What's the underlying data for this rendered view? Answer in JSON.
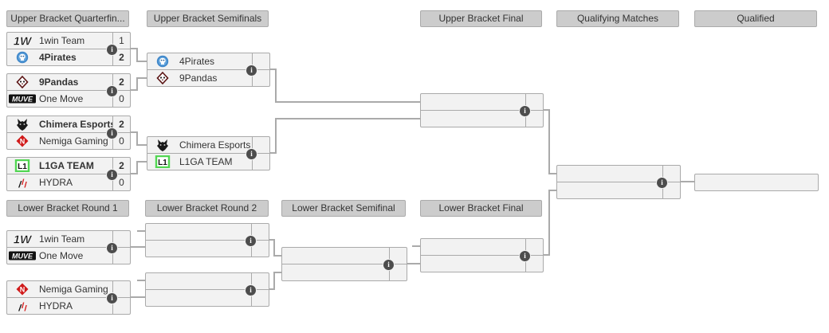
{
  "colors": {
    "background": "#ffffff",
    "header_bg": "#cccccc",
    "box_bg": "#f2f2f2",
    "border": "#aaaaaa",
    "connector": "#aaaaaa",
    "text": "#333333",
    "info_icon_bg": "#4d4d4d",
    "logo_4pirates_blue": "#3f87c9",
    "logo_9pandas_dark_red": "#5a1414",
    "logo_nemiga_red": "#d01a1a",
    "logo_l1ga_green": "#52d653",
    "logo_hydra_red": "#d42222",
    "logo_black": "#111111"
  },
  "icons": {
    "info_glyph": "i"
  },
  "headers": {
    "ub_quarterfinals": "Upper Bracket Quarterfin...",
    "ub_semifinals": "Upper Bracket Semifinals",
    "ub_final": "Upper Bracket Final",
    "qualifying_matches": "Qualifying Matches",
    "qualified": "Qualified",
    "lb_round1": "Lower Bracket Round 1",
    "lb_round2": "Lower Bracket Round 2",
    "lb_semifinal": "Lower Bracket Semifinal",
    "lb_final": "Lower Bracket Final"
  },
  "matches": {
    "ub_qf_1": {
      "top": {
        "name": "1win Team",
        "score": "1",
        "winner": false
      },
      "bottom": {
        "name": "4Pirates",
        "score": "2",
        "winner": true
      }
    },
    "ub_qf_2": {
      "top": {
        "name": "9Pandas",
        "score": "2",
        "winner": true
      },
      "bottom": {
        "name": "One Move",
        "score": "0",
        "winner": false
      }
    },
    "ub_qf_3": {
      "top": {
        "name": "Chimera Esports",
        "score": "2",
        "winner": true
      },
      "bottom": {
        "name": "Nemiga Gaming",
        "score": "0",
        "winner": false
      }
    },
    "ub_qf_4": {
      "top": {
        "name": "L1GA TEAM",
        "score": "2",
        "winner": true
      },
      "bottom": {
        "name": "HYDRA",
        "score": "0",
        "winner": false
      }
    },
    "ub_sf_1": {
      "top": {
        "name": "4Pirates",
        "score": "",
        "winner": false
      },
      "bottom": {
        "name": "9Pandas",
        "score": "",
        "winner": false
      }
    },
    "ub_sf_2": {
      "top": {
        "name": "Chimera Esports",
        "score": "",
        "winner": false
      },
      "bottom": {
        "name": "L1GA TEAM",
        "score": "",
        "winner": false
      }
    },
    "lb_r1_1": {
      "top": {
        "name": "1win Team",
        "score": "",
        "winner": false
      },
      "bottom": {
        "name": "One Move",
        "score": "",
        "winner": false
      }
    },
    "lb_r1_2": {
      "top": {
        "name": "Nemiga Gaming",
        "score": "",
        "winner": false
      },
      "bottom": {
        "name": "HYDRA",
        "score": "",
        "winner": false
      }
    }
  }
}
